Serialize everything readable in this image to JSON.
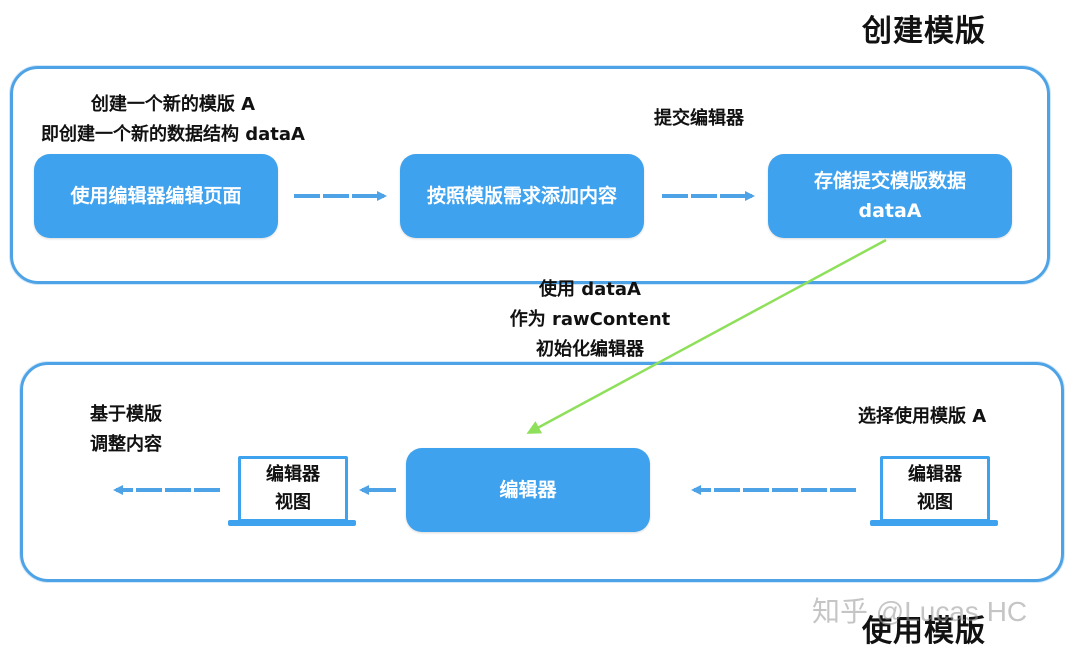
{
  "titles": {
    "create": "创建模版",
    "use": "使用模版"
  },
  "create_section": {
    "note_left": [
      "创建一个新的模版 A",
      "即创建一个新的数据结构 dataA"
    ],
    "note_submit": "提交编辑器",
    "box1": "使用编辑器编辑页面",
    "box2": "按照模版需求添加内容",
    "box3": [
      "存储提交模版数据",
      "dataA"
    ]
  },
  "middle_note": [
    "使用 dataA",
    "作为 rawContent",
    "初始化编辑器"
  ],
  "use_section": {
    "note_left": [
      "基于模版",
      "调整内容"
    ],
    "note_right": "选择使用模版 A",
    "monitor_left": [
      "编辑器",
      "视图"
    ],
    "editor_box": "编辑器",
    "monitor_right": [
      "编辑器",
      "视图"
    ]
  },
  "watermark": "知乎 @Lucas HC",
  "colors": {
    "accent": "#3ea2ee",
    "border": "#4ea3e6",
    "green_arrow": "#8ee05a"
  }
}
